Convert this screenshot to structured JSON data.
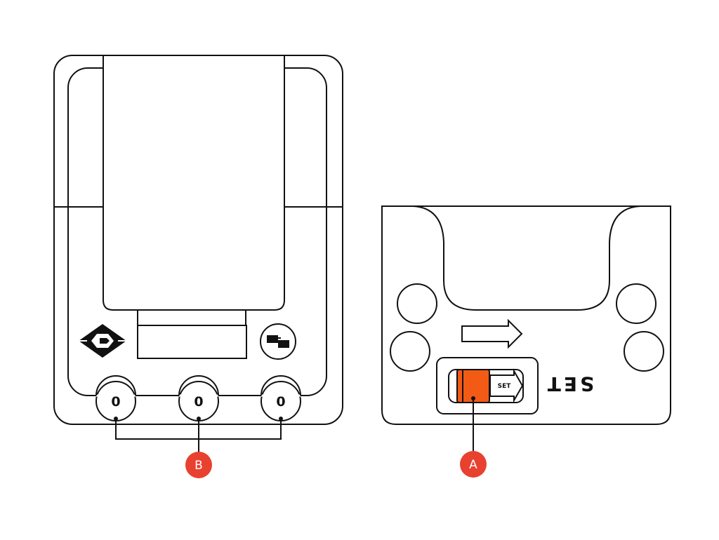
{
  "colors": {
    "line": "#111111",
    "accent_orange": "#f25a16",
    "callout_red": "#e8412f",
    "background": "#ffffff"
  },
  "front_view": {
    "dials": [
      "0",
      "0",
      "0"
    ],
    "logo_icon": "diamond-chevron-logo-icon",
    "lock_icon": "tsa-lock-icon",
    "callout": "B"
  },
  "back_view": {
    "set_label_mirrored": "SET",
    "slider_label": "SET",
    "arrow_icon": "right-arrow-icon",
    "callout": "A"
  }
}
